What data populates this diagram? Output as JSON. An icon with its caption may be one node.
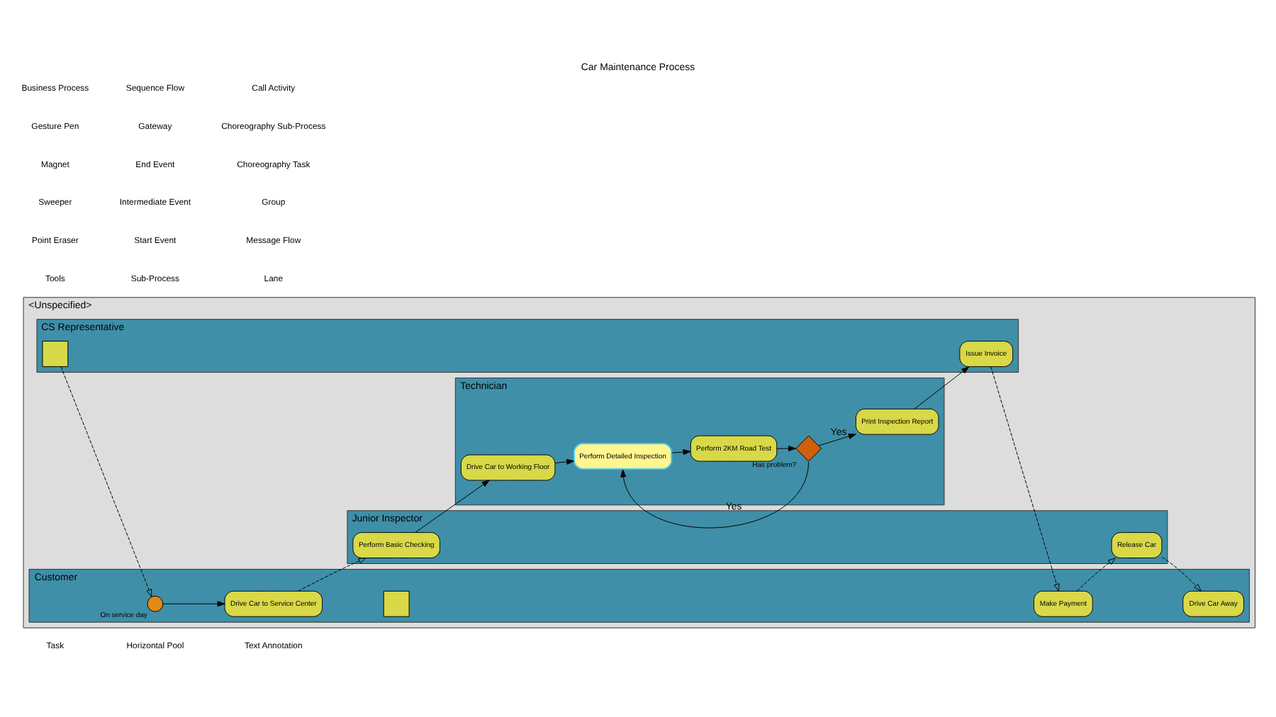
{
  "diagram": {
    "title": "Car Maintenance Process",
    "nodes": [
      {
        "text": [
          "<Unspecified>"
        ]
      },
      {
        "text": [
          "Customer"
        ],
        "in": 0
      },
      {
        "text": [
          "CS Representative"
        ],
        "in": 0
      },
      {
        "text": [
          "Junior Inspector"
        ],
        "in": 0
      },
      {
        "text": [
          "Technician"
        ],
        "in": 0
      },
      {
        "text": [],
        "shape": "box",
        "in": 1
      },
      {
        "text": [],
        "shape": "circle",
        "in": 1,
        "beside": [
          "On service day"
        ]
      },
      {
        "text": [
          "Drive Car to Service Center"
        ],
        "in": 1
      },
      {
        "text": [
          "Make Payment"
        ],
        "in": 1
      },
      {
        "text": [
          "Drive Car Away"
        ],
        "in": 1
      },
      {
        "text": [],
        "shape": "box",
        "in": 2
      },
      {
        "text": [
          "Issue Invoice"
        ],
        "in": 2
      },
      {
        "text": [
          "Perform Basic Checking"
        ],
        "in": 3
      },
      {
        "text": [
          "Release Car"
        ],
        "in": 3
      },
      {
        "text": [
          "Drive Car to Working Floor"
        ],
        "in": 4
      },
      {
        "text": [
          "Perform Detailed Inspection"
        ],
        "in": 4
      },
      {
        "text": [
          "Perform 2KM Road Test"
        ],
        "in": 4
      },
      {
        "text": [],
        "shape": "diamond",
        "in": 4,
        "beside": [
          "Has problem?"
        ]
      },
      {
        "text": [
          "Print Inspection Report"
        ],
        "in": 4
      }
    ],
    "edges": [
      {
        "from": 10,
        "to": 6,
        "arrow": "to",
        "style": "dashed"
      },
      {
        "from": 6,
        "to": 7,
        "arrow": "to"
      },
      {
        "from": 7,
        "to": 12,
        "arrow": "to",
        "style": "dashed"
      },
      {
        "from": 12,
        "to": 14,
        "arrow": "to"
      },
      {
        "from": 14,
        "to": 15,
        "arrow": "to"
      },
      {
        "from": 15,
        "to": 16,
        "arrow": "to"
      },
      {
        "from": 16,
        "to": 17,
        "arrow": "to"
      },
      {
        "from": 17,
        "to": 18,
        "arrow": "to",
        "label": "Yes"
      },
      {
        "from": 17,
        "to": 15,
        "arrow": "to",
        "label": "Yes"
      },
      {
        "from": 18,
        "to": 11,
        "arrow": "to"
      },
      {
        "from": 11,
        "to": 8,
        "arrow": "to",
        "style": "dashed"
      },
      {
        "from": 8,
        "to": 13,
        "arrow": "to",
        "style": "dashed"
      },
      {
        "from": 13,
        "to": 9,
        "arrow": "to",
        "style": "dashed"
      }
    ],
    "labels": [
      "Tools",
      "Point Eraser",
      "Sweeper",
      "Magnet",
      "Gesture Pen",
      "Business Process",
      "Task",
      "Sub-Process",
      "Start Event",
      "Intermediate Event",
      "End Event",
      "Gateway",
      "Sequence Flow",
      "Horizontal Pool",
      "Lane",
      "Message Flow",
      "Group",
      "Choreography Task",
      "Choreography Sub-Process",
      "Call Activity",
      "Text Annotation"
    ]
  }
}
